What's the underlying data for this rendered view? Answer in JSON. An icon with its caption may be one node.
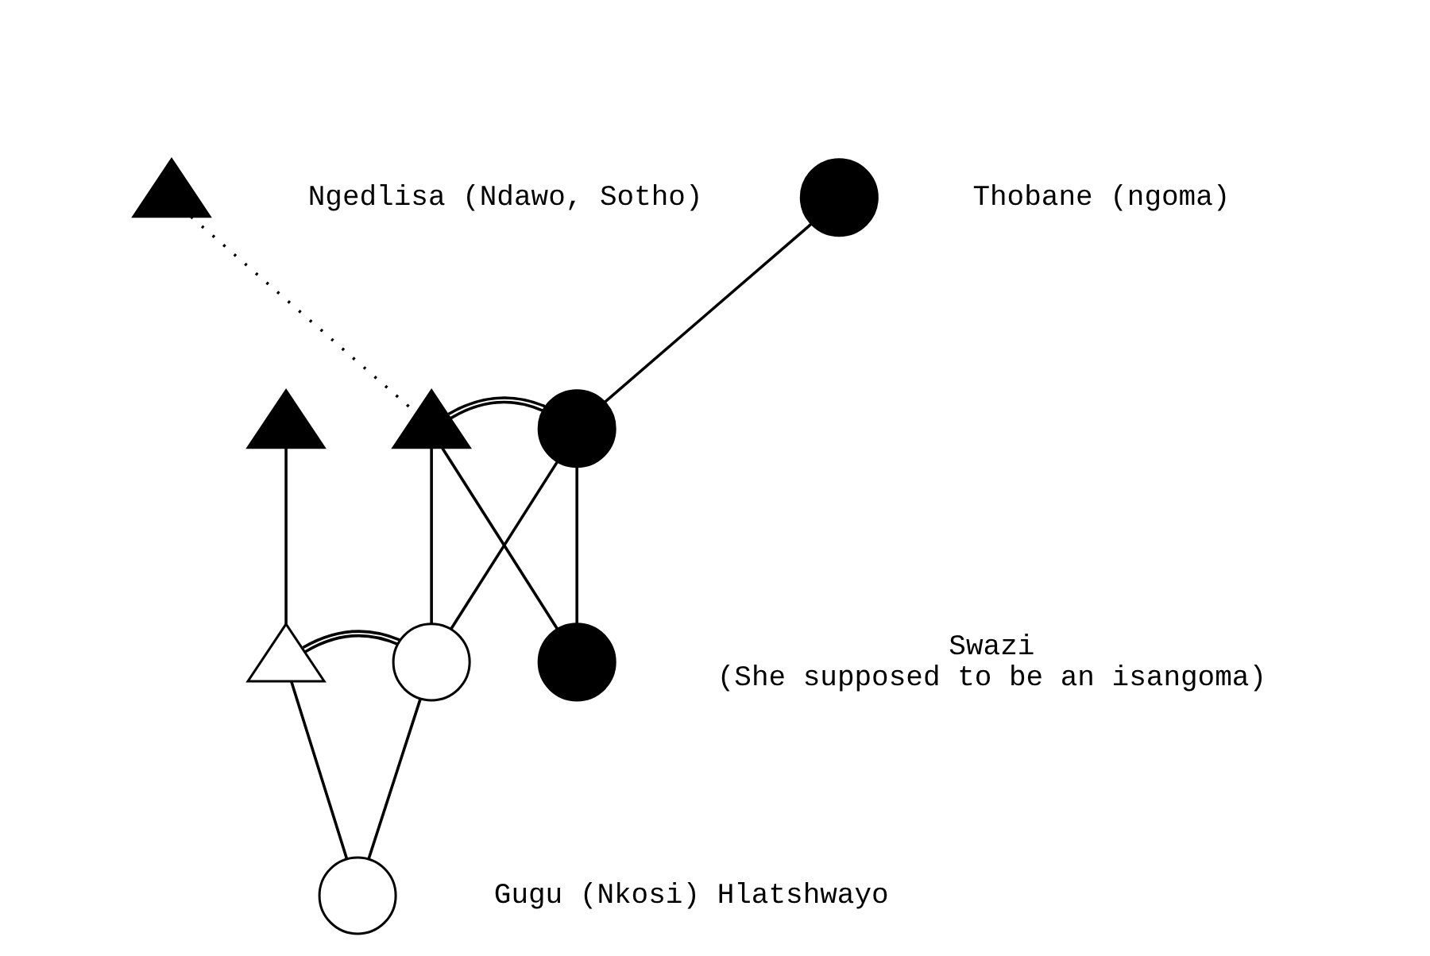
{
  "diagram": {
    "nodes": [
      {
        "text": [],
        "shape": "triangle",
        "beside": [
          "Ngedlisa (Ndawo, Sotho)"
        ]
      },
      {
        "text": [],
        "shape": "circle",
        "beside": [
          "Thobane (ngoma)"
        ]
      },
      {
        "text": [],
        "shape": "triangle"
      },
      {
        "text": [],
        "shape": "circle"
      },
      {
        "text": [],
        "shape": "triangle"
      },
      {
        "text": [],
        "shape": "triangle"
      },
      {
        "text": [],
        "shape": "circle"
      },
      {
        "text": [],
        "shape": "circle",
        "beside": [
          "Swazi",
          "(She supposed to be an isangoma)"
        ]
      },
      {
        "text": [],
        "shape": "circle",
        "beside": [
          "Gugu (Nkosi) Hlatshwayo"
        ]
      }
    ],
    "edges": [
      {
        "from": 0,
        "to": 2,
        "arrow": "none",
        "style": "dashed"
      },
      {
        "from": 1,
        "to": 3,
        "arrow": "none"
      },
      {
        "from": 2,
        "to": 3,
        "arrow": "none"
      },
      {
        "from": 2,
        "to": 6,
        "arrow": "none"
      },
      {
        "from": 3,
        "to": 6,
        "arrow": "none"
      },
      {
        "from": 2,
        "to": 7,
        "arrow": "none"
      },
      {
        "from": 3,
        "to": 7,
        "arrow": "none"
      },
      {
        "from": 4,
        "to": 5,
        "arrow": "none"
      },
      {
        "from": 5,
        "to": 6,
        "arrow": "none"
      },
      {
        "from": 5,
        "to": 8,
        "arrow": "none"
      },
      {
        "from": 6,
        "to": 8,
        "arrow": "none"
      }
    ]
  }
}
